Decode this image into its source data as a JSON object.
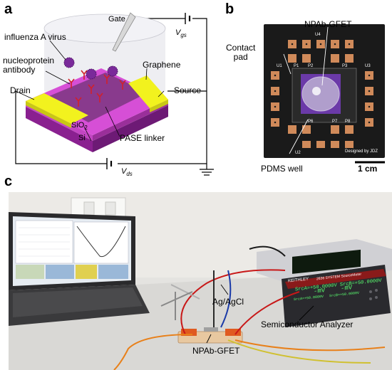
{
  "panels": {
    "a": {
      "letter": "a",
      "labels": {
        "gate": "Gate",
        "vgs_main": "V",
        "vgs_sub": "gs",
        "virus": "influenza A virus",
        "antibody_line1": "nucleoprotein",
        "antibody_line2": "antibody",
        "graphene": "Graphene",
        "drain": "Drain",
        "source": "Source",
        "sio2": "SiO",
        "sio2_sub": "2",
        "si": "Si",
        "pase": "PASE linker",
        "vds_main": "V",
        "vds_sub": "ds"
      }
    },
    "b": {
      "letter": "b",
      "labels": {
        "npab_gfet": "NPAb-GFET",
        "contact_pad_line1": "Contact",
        "contact_pad_line2": "pad",
        "pdms_well": "PDMS well",
        "scale_bar": "1 cm",
        "pin_labels": [
          "P1",
          "P2",
          "P3",
          "P6",
          "P7",
          "P8"
        ],
        "board_text": "Designed by JDZ",
        "chip_ids": [
          "U1",
          "U2",
          "U3",
          "U4"
        ]
      }
    },
    "c": {
      "letter": "c",
      "labels": {
        "ag_agcl": "Ag/AgCl",
        "analyzer": "Semiconductor Analyzer",
        "nbab_gfet": "NPAb-GFET",
        "analyzer_display_1": "-mV",
        "analyzer_display_2": "-mV",
        "analyzer_line1": "SrcA=+50.0000V",
        "analyzer_line2": "SrcB=+50.0000V",
        "analyzer_brand": "KEITHLEY",
        "analyzer_model": "2636 SYSTEM SourceMeter"
      }
    }
  },
  "colors": {
    "substrate_top": "#d64fd6",
    "substrate_side": "#a32aa3",
    "si_side": "#8a2090",
    "graphene": "#3a3a3a",
    "electrode": "#f2f21e",
    "antibody": "#d2202a",
    "virus": "#7a2a9a",
    "pcb": "#1a1a1a",
    "pad": "#d08a5a"
  }
}
